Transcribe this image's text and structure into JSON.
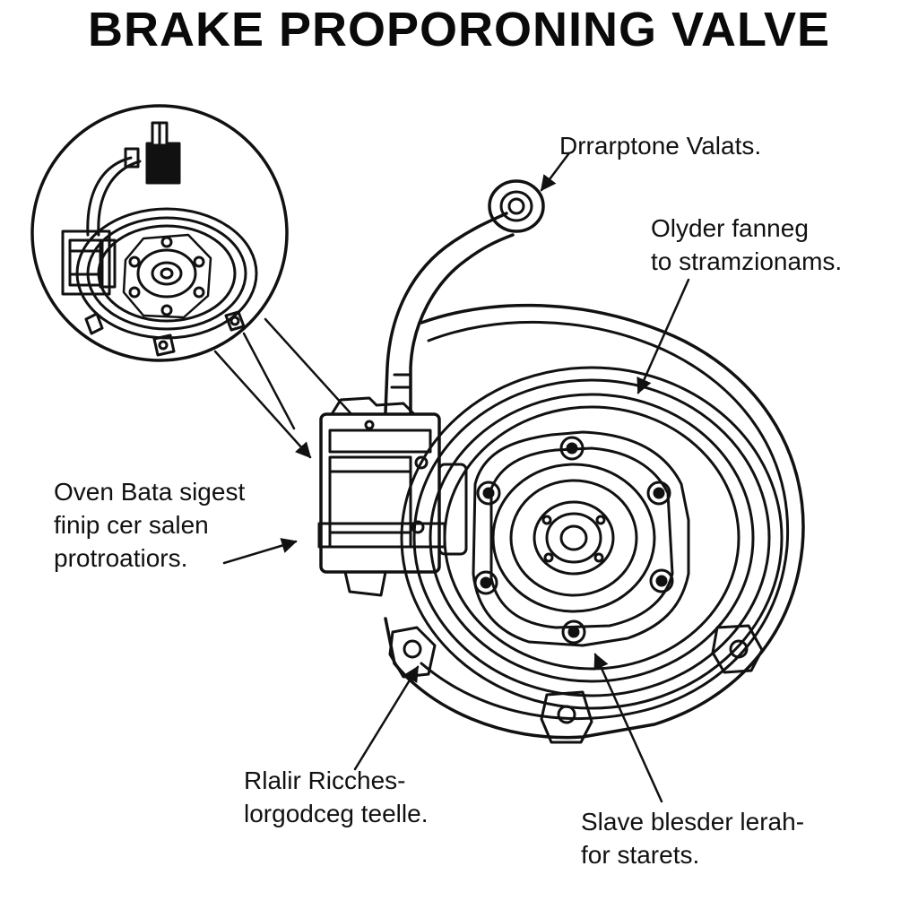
{
  "title": "BRAKE PROPORONING VALVE",
  "callouts": {
    "top_right": {
      "text": "Drrarptone Valats."
    },
    "right": {
      "line1": "Olyder fanneg",
      "line2": "to stramzionams."
    },
    "left": {
      "line1": "Oven Bata sigest",
      "line2": "finip cer salen",
      "line3": "protroatiors."
    },
    "bottom_left": {
      "line1": "Rlalir Ricches-",
      "line2": "lorgodceg teelle."
    },
    "bottom_right": {
      "line1": "Slave blesder lerah-",
      "line2": "for starets."
    }
  },
  "colors": {
    "ink": "#111111",
    "background": "#ffffff"
  }
}
